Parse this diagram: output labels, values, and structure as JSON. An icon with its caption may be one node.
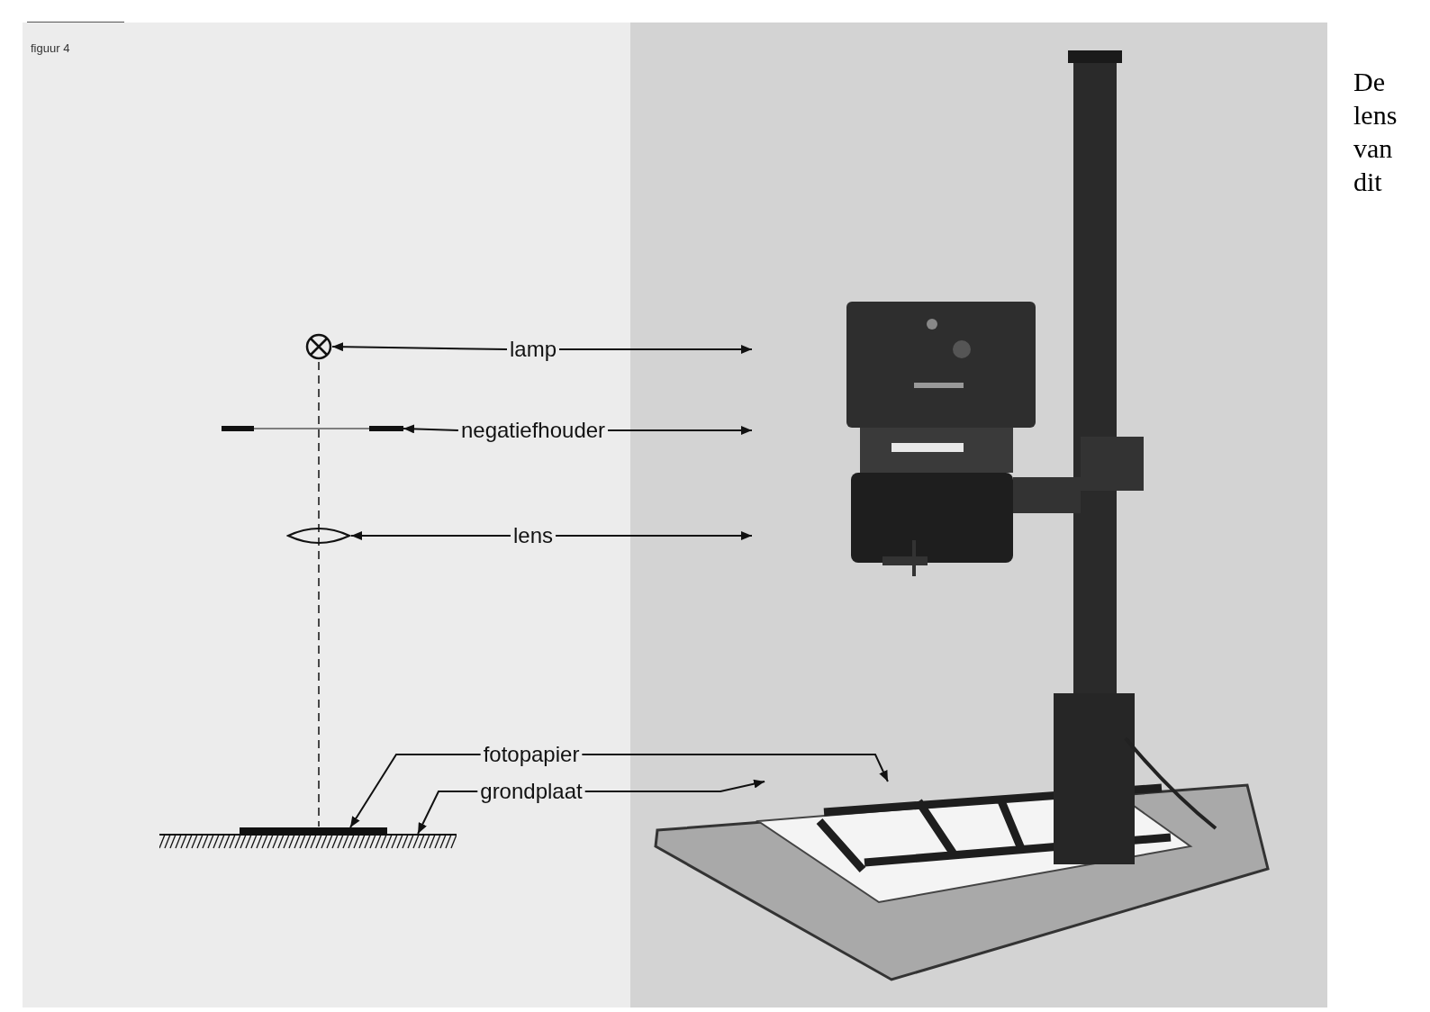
{
  "diagram": {
    "nodes": [
      {
        "text": [],
        "shape": "circle"
      },
      {
        "text": [],
        "shape": "bar"
      },
      {
        "text": [],
        "shape": "picture"
      },
      {
        "text": [],
        "shape": "bar"
      },
      {
        "text": [],
        "shape": "bar"
      },
      {
        "text": [],
        "shape": "picture"
      },
      {
        "text": [
          "lamp"
        ]
      },
      {
        "text": [
          "negatiefhouder"
        ]
      },
      {
        "text": [
          "lens"
        ]
      },
      {
        "text": [
          "fotopapier"
        ]
      },
      {
        "text": [
          "grondplaat"
        ]
      }
    ],
    "edges": [
      {
        "from": 6,
        "to": 0,
        "arrow": "to"
      },
      {
        "from": 6,
        "to": null,
        "arrow": "to"
      },
      {
        "from": 7,
        "to": 1,
        "arrow": "to"
      },
      {
        "from": 7,
        "to": null,
        "arrow": "to"
      },
      {
        "from": 8,
        "to": 2,
        "arrow": "to"
      },
      {
        "from": 8,
        "to": null,
        "arrow": "to"
      },
      {
        "from": 9,
        "to": 4,
        "arrow": "to"
      },
      {
        "from": 9,
        "to": 5,
        "arrow": "to"
      },
      {
        "from": 10,
        "to": 3,
        "arrow": "to"
      },
      {
        "from": 10,
        "to": 5,
        "arrow": "to"
      }
    ],
    "labels": [
      "figuur 4",
      "De lens van dit"
    ]
  }
}
